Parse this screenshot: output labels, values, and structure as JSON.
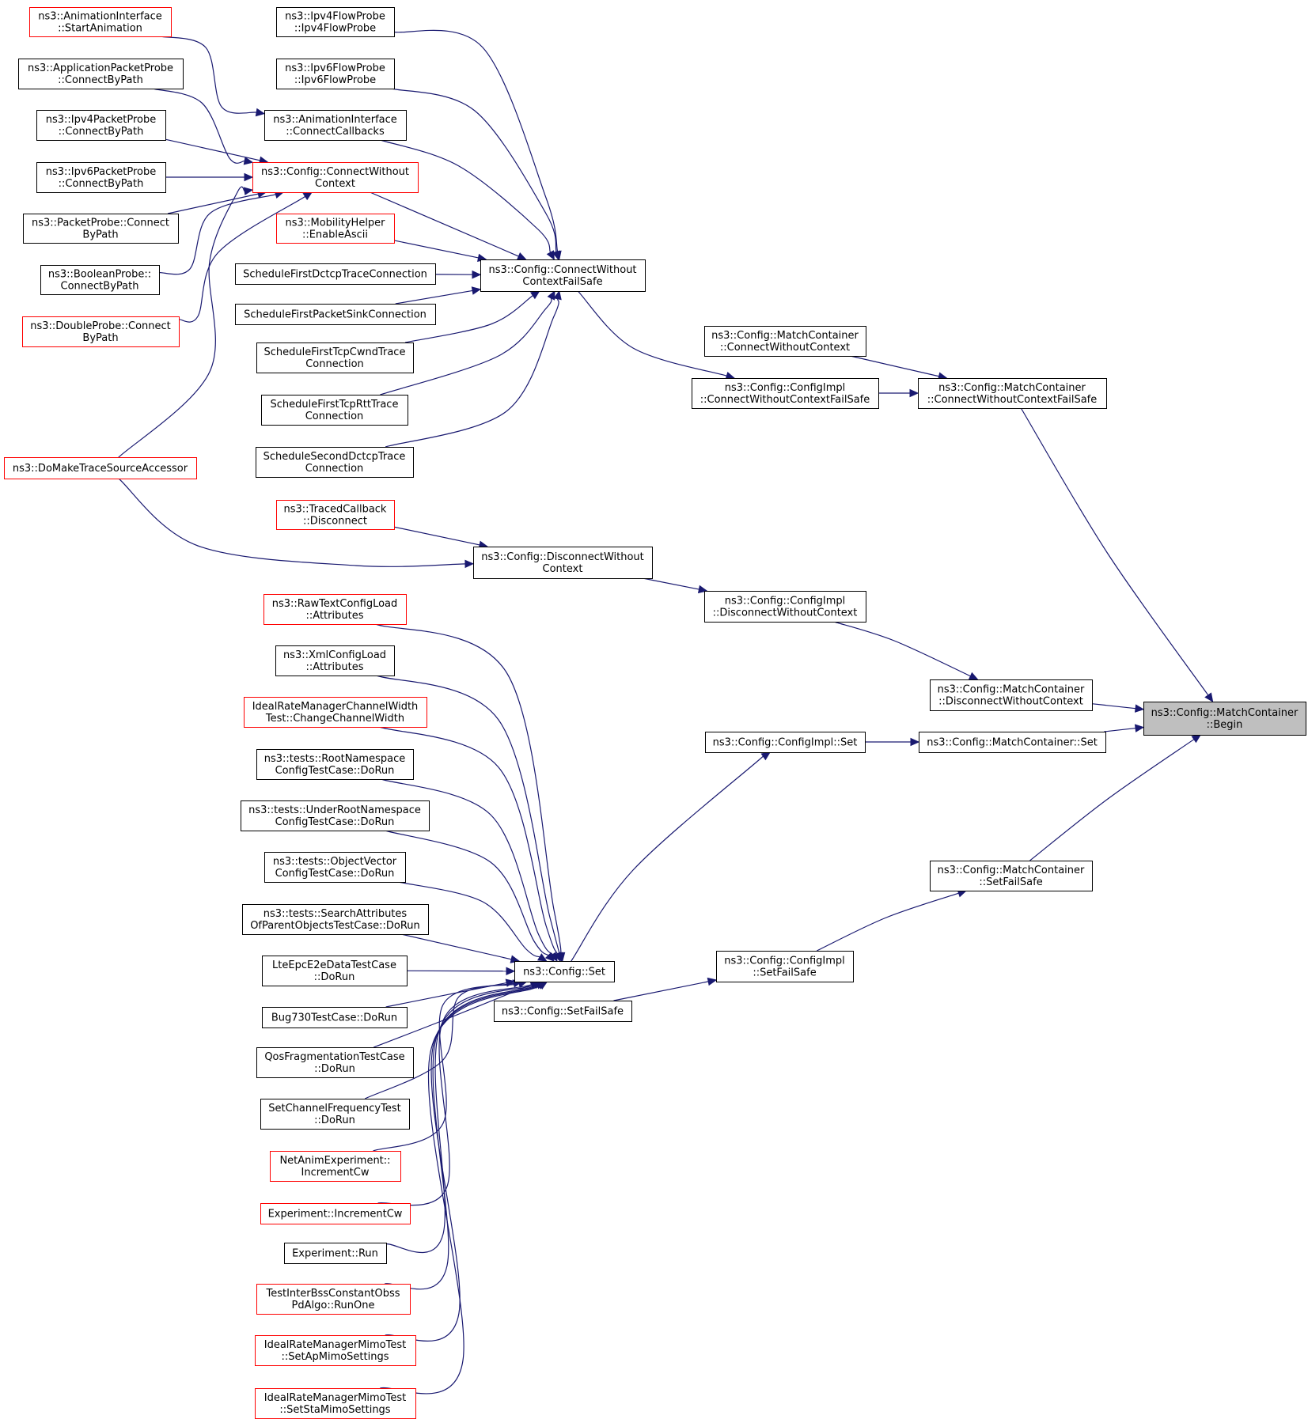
{
  "diagram": {
    "type": "call-graph",
    "colors": {
      "edge": "#191970",
      "node_border": "#000000",
      "truncated_node_border": "#ff0000",
      "root_fill": "#bfbfbf",
      "background": "#ffffff"
    },
    "nodes": [
      {
        "id": "n_startanim",
        "lines": [
          "ns3::AnimationInterface",
          "::StartAnimation"
        ],
        "style": "red"
      },
      {
        "id": "n_apppktprobe",
        "lines": [
          "ns3::ApplicationPacketProbe",
          "::ConnectByPath"
        ],
        "style": "normal"
      },
      {
        "id": "n_ipv4pktprobe",
        "lines": [
          "ns3::Ipv4PacketProbe",
          "::ConnectByPath"
        ],
        "style": "normal"
      },
      {
        "id": "n_ipv6pktprobe",
        "lines": [
          "ns3::Ipv6PacketProbe",
          "::ConnectByPath"
        ],
        "style": "normal"
      },
      {
        "id": "n_pktprobe",
        "lines": [
          "ns3::PacketProbe::Connect",
          "ByPath"
        ],
        "style": "normal"
      },
      {
        "id": "n_boolprobe",
        "lines": [
          "ns3::BooleanProbe::",
          "ConnectByPath"
        ],
        "style": "normal"
      },
      {
        "id": "n_dblprobe",
        "lines": [
          "ns3::DoubleProbe::Connect",
          "ByPath"
        ],
        "style": "red"
      },
      {
        "id": "n_domaketrace",
        "lines": [
          "ns3::DoMakeTraceSourceAccessor"
        ],
        "style": "red"
      },
      {
        "id": "n_ipv4flow",
        "lines": [
          "ns3::Ipv4FlowProbe",
          "::Ipv4FlowProbe"
        ],
        "style": "normal"
      },
      {
        "id": "n_ipv6flow",
        "lines": [
          "ns3::Ipv6FlowProbe",
          "::Ipv6FlowProbe"
        ],
        "style": "normal"
      },
      {
        "id": "n_conncb",
        "lines": [
          "ns3::AnimationInterface",
          "::ConnectCallbacks"
        ],
        "style": "normal"
      },
      {
        "id": "n_connwoctx",
        "lines": [
          "ns3::Config::ConnectWithout",
          "Context"
        ],
        "style": "red"
      },
      {
        "id": "n_mobhelper",
        "lines": [
          "ns3::MobilityHelper",
          "::EnableAscii"
        ],
        "style": "red"
      },
      {
        "id": "n_sched_dctcp",
        "lines": [
          "ScheduleFirstDctcpTraceConnection"
        ],
        "style": "normal"
      },
      {
        "id": "n_sched_pktsink",
        "lines": [
          "ScheduleFirstPacketSinkConnection"
        ],
        "style": "normal"
      },
      {
        "id": "n_sched_cwnd",
        "lines": [
          "ScheduleFirstTcpCwndTrace",
          "Connection"
        ],
        "style": "normal"
      },
      {
        "id": "n_sched_rtt",
        "lines": [
          "ScheduleFirstTcpRttTrace",
          "Connection"
        ],
        "style": "normal"
      },
      {
        "id": "n_sched_dctcp2",
        "lines": [
          "ScheduleSecondDctcpTrace",
          "Connection"
        ],
        "style": "normal"
      },
      {
        "id": "n_connwoctxfs",
        "lines": [
          "ns3::Config::ConnectWithout",
          "ContextFailSafe"
        ],
        "style": "normal"
      },
      {
        "id": "n_mc_connwoctx",
        "lines": [
          "ns3::Config::MatchContainer",
          "::ConnectWithoutContext"
        ],
        "style": "normal"
      },
      {
        "id": "n_impl_connwoctxfs",
        "lines": [
          "ns3::Config::ConfigImpl",
          "::ConnectWithoutContextFailSafe"
        ],
        "style": "normal"
      },
      {
        "id": "n_mc_connwoctxfs",
        "lines": [
          "ns3::Config::MatchContainer",
          "::ConnectWithoutContextFailSafe"
        ],
        "style": "normal"
      },
      {
        "id": "n_tcb_disc",
        "lines": [
          "ns3::TracedCallback",
          "::Disconnect"
        ],
        "style": "red"
      },
      {
        "id": "n_discwoctx",
        "lines": [
          "ns3::Config::DisconnectWithout",
          "Context"
        ],
        "style": "normal"
      },
      {
        "id": "n_impl_discwoctx",
        "lines": [
          "ns3::Config::ConfigImpl",
          "::DisconnectWithoutContext"
        ],
        "style": "normal"
      },
      {
        "id": "n_mc_discwoctx",
        "lines": [
          "ns3::Config::MatchContainer",
          "::DisconnectWithoutContext"
        ],
        "style": "normal"
      },
      {
        "id": "n_root",
        "lines": [
          "ns3::Config::MatchContainer",
          "::Begin"
        ],
        "style": "root"
      },
      {
        "id": "n_rawtext",
        "lines": [
          "ns3::RawTextConfigLoad",
          "::Attributes"
        ],
        "style": "red"
      },
      {
        "id": "n_xmlcfg",
        "lines": [
          "ns3::XmlConfigLoad",
          "::Attributes"
        ],
        "style": "normal"
      },
      {
        "id": "n_idealchw",
        "lines": [
          "IdealRateManagerChannelWidth",
          "Test::ChangeChannelWidth"
        ],
        "style": "red"
      },
      {
        "id": "n_rootns",
        "lines": [
          "ns3::tests::RootNamespace",
          "ConfigTestCase::DoRun"
        ],
        "style": "normal"
      },
      {
        "id": "n_underrootns",
        "lines": [
          "ns3::tests::UnderRootNamespace",
          "ConfigTestCase::DoRun"
        ],
        "style": "normal"
      },
      {
        "id": "n_objvec",
        "lines": [
          "ns3::tests::ObjectVector",
          "ConfigTestCase::DoRun"
        ],
        "style": "normal"
      },
      {
        "id": "n_searchattr",
        "lines": [
          "ns3::tests::SearchAttributes",
          "OfParentObjectsTestCase::DoRun"
        ],
        "style": "normal"
      },
      {
        "id": "n_lteepc",
        "lines": [
          "LteEpcE2eDataTestCase",
          "::DoRun"
        ],
        "style": "normal"
      },
      {
        "id": "n_bug730",
        "lines": [
          "Bug730TestCase::DoRun"
        ],
        "style": "normal"
      },
      {
        "id": "n_qosfrag",
        "lines": [
          "QosFragmentationTestCase",
          "::DoRun"
        ],
        "style": "normal"
      },
      {
        "id": "n_setchfreq",
        "lines": [
          "SetChannelFrequencyTest",
          "::DoRun"
        ],
        "style": "normal"
      },
      {
        "id": "n_netanim",
        "lines": [
          "NetAnimExperiment::",
          "IncrementCw"
        ],
        "style": "red"
      },
      {
        "id": "n_expinc",
        "lines": [
          "Experiment::IncrementCw"
        ],
        "style": "red"
      },
      {
        "id": "n_exprun",
        "lines": [
          "Experiment::Run"
        ],
        "style": "normal"
      },
      {
        "id": "n_interbss",
        "lines": [
          "TestInterBssConstantObss",
          "PdAlgo::RunOne"
        ],
        "style": "red"
      },
      {
        "id": "n_mimoap",
        "lines": [
          "IdealRateManagerMimoTest",
          "::SetApMimoSettings"
        ],
        "style": "red"
      },
      {
        "id": "n_mimosta",
        "lines": [
          "IdealRateManagerMimoTest",
          "::SetStaMimoSettings"
        ],
        "style": "red"
      },
      {
        "id": "n_set",
        "lines": [
          "ns3::Config::Set"
        ],
        "style": "normal"
      },
      {
        "id": "n_implset",
        "lines": [
          "ns3::Config::ConfigImpl::Set"
        ],
        "style": "normal"
      },
      {
        "id": "n_mcset",
        "lines": [
          "ns3::Config::MatchContainer::Set"
        ],
        "style": "normal"
      },
      {
        "id": "n_mcsetfs",
        "lines": [
          "ns3::Config::MatchContainer",
          "::SetFailSafe"
        ],
        "style": "normal"
      },
      {
        "id": "n_implsetfs",
        "lines": [
          "ns3::Config::ConfigImpl",
          "::SetFailSafe"
        ],
        "style": "normal"
      },
      {
        "id": "n_setfs",
        "lines": [
          "ns3::Config::SetFailSafe"
        ],
        "style": "normal"
      }
    ],
    "edges": [
      {
        "from": "n_startanim",
        "to": "n_conncb"
      },
      {
        "from": "n_apppktprobe",
        "to": "n_connwoctx"
      },
      {
        "from": "n_ipv4pktprobe",
        "to": "n_connwoctx"
      },
      {
        "from": "n_ipv6pktprobe",
        "to": "n_connwoctx"
      },
      {
        "from": "n_pktprobe",
        "to": "n_connwoctx"
      },
      {
        "from": "n_boolprobe",
        "to": "n_connwoctx"
      },
      {
        "from": "n_dblprobe",
        "to": "n_connwoctx"
      },
      {
        "from": "n_domaketrace",
        "to": "n_connwoctx"
      },
      {
        "from": "n_domaketrace",
        "to": "n_discwoctx"
      },
      {
        "from": "n_ipv4flow",
        "to": "n_connwoctxfs"
      },
      {
        "from": "n_ipv6flow",
        "to": "n_connwoctxfs"
      },
      {
        "from": "n_conncb",
        "to": "n_connwoctxfs"
      },
      {
        "from": "n_connwoctx",
        "to": "n_connwoctxfs"
      },
      {
        "from": "n_mobhelper",
        "to": "n_connwoctxfs"
      },
      {
        "from": "n_sched_dctcp",
        "to": "n_connwoctxfs"
      },
      {
        "from": "n_sched_pktsink",
        "to": "n_connwoctxfs"
      },
      {
        "from": "n_sched_cwnd",
        "to": "n_connwoctxfs"
      },
      {
        "from": "n_sched_rtt",
        "to": "n_connwoctxfs"
      },
      {
        "from": "n_sched_dctcp2",
        "to": "n_connwoctxfs"
      },
      {
        "from": "n_connwoctxfs",
        "to": "n_impl_connwoctxfs"
      },
      {
        "from": "n_impl_connwoctxfs",
        "to": "n_mc_connwoctxfs"
      },
      {
        "from": "n_mc_connwoctx",
        "to": "n_mc_connwoctxfs"
      },
      {
        "from": "n_mc_connwoctxfs",
        "to": "n_root"
      },
      {
        "from": "n_tcb_disc",
        "to": "n_discwoctx"
      },
      {
        "from": "n_discwoctx",
        "to": "n_impl_discwoctx"
      },
      {
        "from": "n_impl_discwoctx",
        "to": "n_mc_discwoctx"
      },
      {
        "from": "n_mc_discwoctx",
        "to": "n_root"
      },
      {
        "from": "n_rawtext",
        "to": "n_set"
      },
      {
        "from": "n_xmlcfg",
        "to": "n_set"
      },
      {
        "from": "n_idealchw",
        "to": "n_set"
      },
      {
        "from": "n_rootns",
        "to": "n_set"
      },
      {
        "from": "n_underrootns",
        "to": "n_set"
      },
      {
        "from": "n_objvec",
        "to": "n_set"
      },
      {
        "from": "n_searchattr",
        "to": "n_set"
      },
      {
        "from": "n_lteepc",
        "to": "n_set"
      },
      {
        "from": "n_bug730",
        "to": "n_set"
      },
      {
        "from": "n_qosfrag",
        "to": "n_set"
      },
      {
        "from": "n_setchfreq",
        "to": "n_set"
      },
      {
        "from": "n_netanim",
        "to": "n_set"
      },
      {
        "from": "n_expinc",
        "to": "n_set"
      },
      {
        "from": "n_exprun",
        "to": "n_set"
      },
      {
        "from": "n_interbss",
        "to": "n_set"
      },
      {
        "from": "n_mimoap",
        "to": "n_set"
      },
      {
        "from": "n_mimosta",
        "to": "n_set"
      },
      {
        "from": "n_set",
        "to": "n_implset"
      },
      {
        "from": "n_implset",
        "to": "n_mcset"
      },
      {
        "from": "n_mcset",
        "to": "n_root"
      },
      {
        "from": "n_setfs",
        "to": "n_implsetfs"
      },
      {
        "from": "n_implsetfs",
        "to": "n_mcsetfs"
      },
      {
        "from": "n_mcsetfs",
        "to": "n_root"
      }
    ]
  }
}
